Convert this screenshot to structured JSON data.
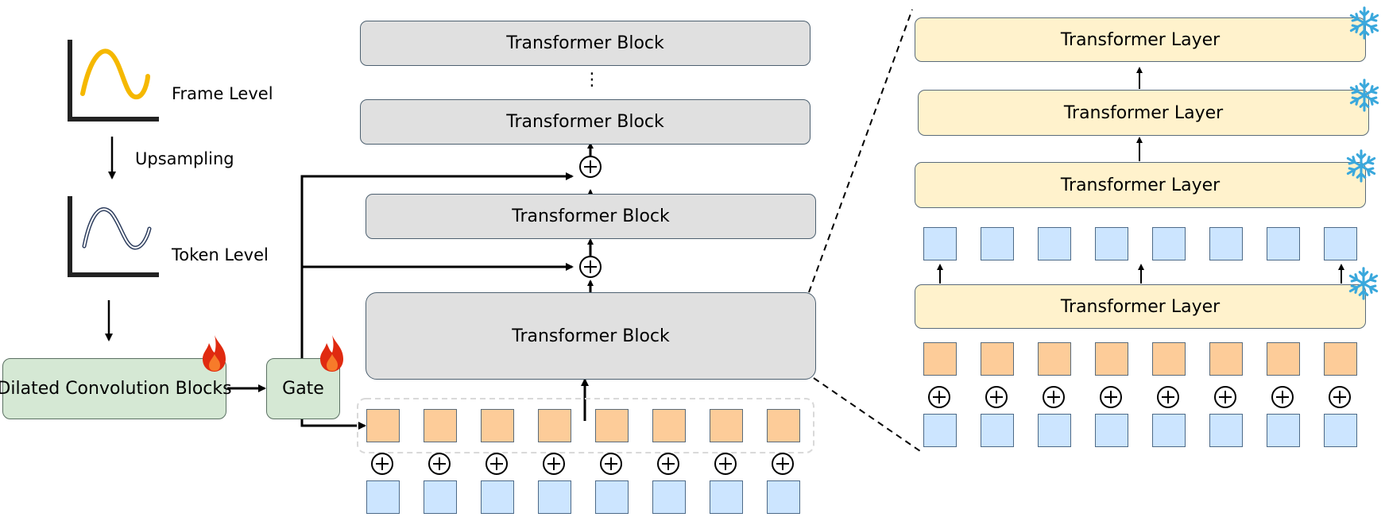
{
  "left_panel": {
    "frame_level": "Frame Level",
    "upsampling": "Upsampling",
    "token_level": "Token Level",
    "dilated_conv": "Dilated Convolution Blocks",
    "gate": "Gate"
  },
  "middle_panel": {
    "block_top": "Transformer Block",
    "ellipsis": "⋮",
    "block_2": "Transformer Block",
    "block_3": "Transformer Block",
    "block_big": "Transformer Block"
  },
  "right_panel": {
    "layer_1": "Transformer Layer",
    "layer_2": "Transformer Layer",
    "layer_3": "Transformer Layer",
    "layer_4": "Transformer Layer"
  },
  "icons": {
    "trainable": "fire-icon",
    "frozen": "snowflake-icon",
    "add": "circled-plus-icon"
  },
  "colors": {
    "transformer_block": "#e0e0e0",
    "transformer_layer": "#fff2cc",
    "conv_gate": "#d5e8d4",
    "orange_token": "#fdcc99",
    "blue_token": "#cce5ff",
    "frame_curve": "#f5b800",
    "token_curve": "#2f3f5f",
    "snowflake": "#3aa8dc",
    "flame": "#e02a10"
  }
}
